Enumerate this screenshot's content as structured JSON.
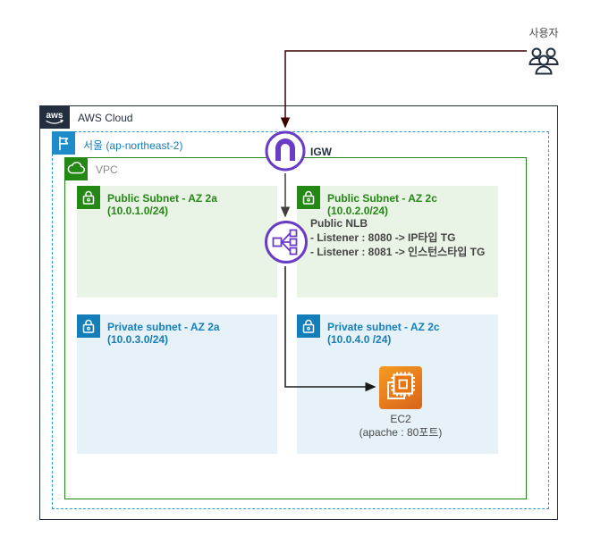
{
  "user": {
    "label": "사용자"
  },
  "aws_cloud": {
    "label": "AWS Cloud"
  },
  "region": {
    "label": "서울 (ap-northeast-2)"
  },
  "vpc": {
    "label": "VPC"
  },
  "subnets": {
    "public_2a": {
      "title": "Public Subnet - AZ 2a",
      "cidr": "(10.0.1.0/24)"
    },
    "public_2c": {
      "title": "Public Subnet - AZ 2c",
      "cidr": "(10.0.2.0/24)"
    },
    "private_2a": {
      "title": "Private subnet - AZ 2a",
      "cidr": "(10.0.3.0/24)"
    },
    "private_2c": {
      "title": "Private subnet - AZ 2c",
      "cidr": "(10.0.4.0 /24)"
    }
  },
  "igw": {
    "label": "IGW"
  },
  "nlb": {
    "title": "Public NLB",
    "listeners": [
      "- Listener : 8080 -> IP타입 TG",
      "- Listener : 8081 -> 인스턴스타입 TG"
    ]
  },
  "ec2": {
    "label": "EC2",
    "sublabel": "(apache : 80포트)"
  },
  "colors": {
    "dark_navy": "#232F3E",
    "green_accent": "#248814",
    "public_subnet_fill": "#E9F3E6",
    "blue_accent": "#147EBA",
    "private_subnet_fill": "#E6F2F8",
    "region_dash": "#2E9BD5",
    "purple_accent": "#693CC5",
    "ec2_orange": "#E8740E",
    "user_arrow": "#3D0000",
    "flow_arrow": "#1A1A1A"
  }
}
